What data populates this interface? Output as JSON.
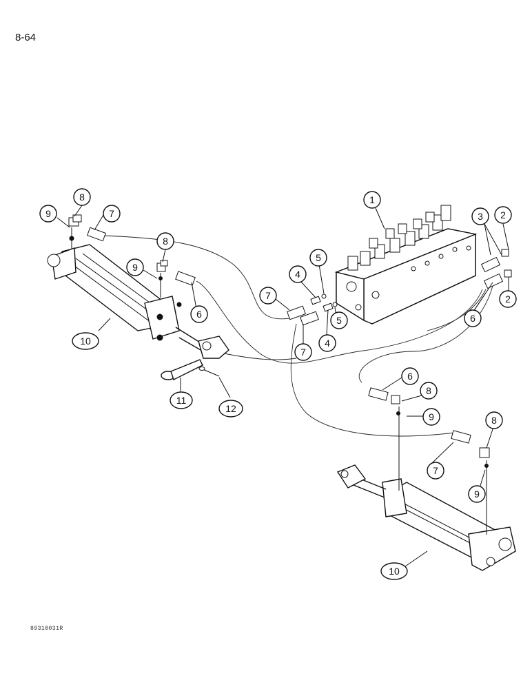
{
  "page": {
    "number": "8-64",
    "figure_code": "89310031R"
  },
  "callouts": [
    {
      "id": "c1",
      "label": "1"
    },
    {
      "id": "c2a",
      "label": "2"
    },
    {
      "id": "c2b",
      "label": "2"
    },
    {
      "id": "c3",
      "label": "3"
    },
    {
      "id": "c4a",
      "label": "4"
    },
    {
      "id": "c4b",
      "label": "4"
    },
    {
      "id": "c5a",
      "label": "5"
    },
    {
      "id": "c5b",
      "label": "5"
    },
    {
      "id": "c6a",
      "label": "6"
    },
    {
      "id": "c6b",
      "label": "6"
    },
    {
      "id": "c6c",
      "label": "6"
    },
    {
      "id": "c7a",
      "label": "7"
    },
    {
      "id": "c7b",
      "label": "7"
    },
    {
      "id": "c7c",
      "label": "7"
    },
    {
      "id": "c7d",
      "label": "7"
    },
    {
      "id": "c8a",
      "label": "8"
    },
    {
      "id": "c8b",
      "label": "8"
    },
    {
      "id": "c8c",
      "label": "8"
    },
    {
      "id": "c8d",
      "label": "8"
    },
    {
      "id": "c9a",
      "label": "9"
    },
    {
      "id": "c9b",
      "label": "9"
    },
    {
      "id": "c9c",
      "label": "9"
    },
    {
      "id": "c9d",
      "label": "9"
    },
    {
      "id": "c10a",
      "label": "10"
    },
    {
      "id": "c10b",
      "label": "10"
    },
    {
      "id": "c11",
      "label": "11"
    },
    {
      "id": "c12",
      "label": "12"
    }
  ]
}
